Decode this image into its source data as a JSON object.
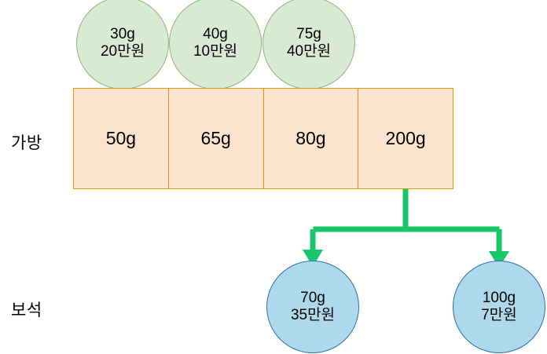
{
  "diagram": {
    "title": "knapsack-selection-diagram",
    "colors": {
      "candidate_fill": "#d9ead3",
      "candidate_stroke": "#8cb97a",
      "bag_fill": "#fce3cd",
      "bag_stroke": "#d69b06",
      "result_fill": "#aed9ec",
      "result_stroke": "#2a73a8",
      "arrow": "#18c76a",
      "text": "#000000",
      "background": "#ffffff"
    },
    "row_labels": {
      "bag": "가방",
      "gem": "보석"
    },
    "candidates": [
      {
        "weight": "30g",
        "price": "20만원"
      },
      {
        "weight": "40g",
        "price": "10만원"
      },
      {
        "weight": "75g",
        "price": "40만원"
      }
    ],
    "bag_cells": [
      {
        "capacity": "50g"
      },
      {
        "capacity": "65g"
      },
      {
        "capacity": "80g"
      },
      {
        "capacity": "200g"
      }
    ],
    "results": [
      {
        "weight": "70g",
        "price": "35만원"
      },
      {
        "weight": "100g",
        "price": "7만원"
      }
    ],
    "connector": {
      "from_cell_index": 3,
      "to_result_indices": [
        0,
        1
      ],
      "shape": "fork-down",
      "arrowheads": 2
    }
  }
}
